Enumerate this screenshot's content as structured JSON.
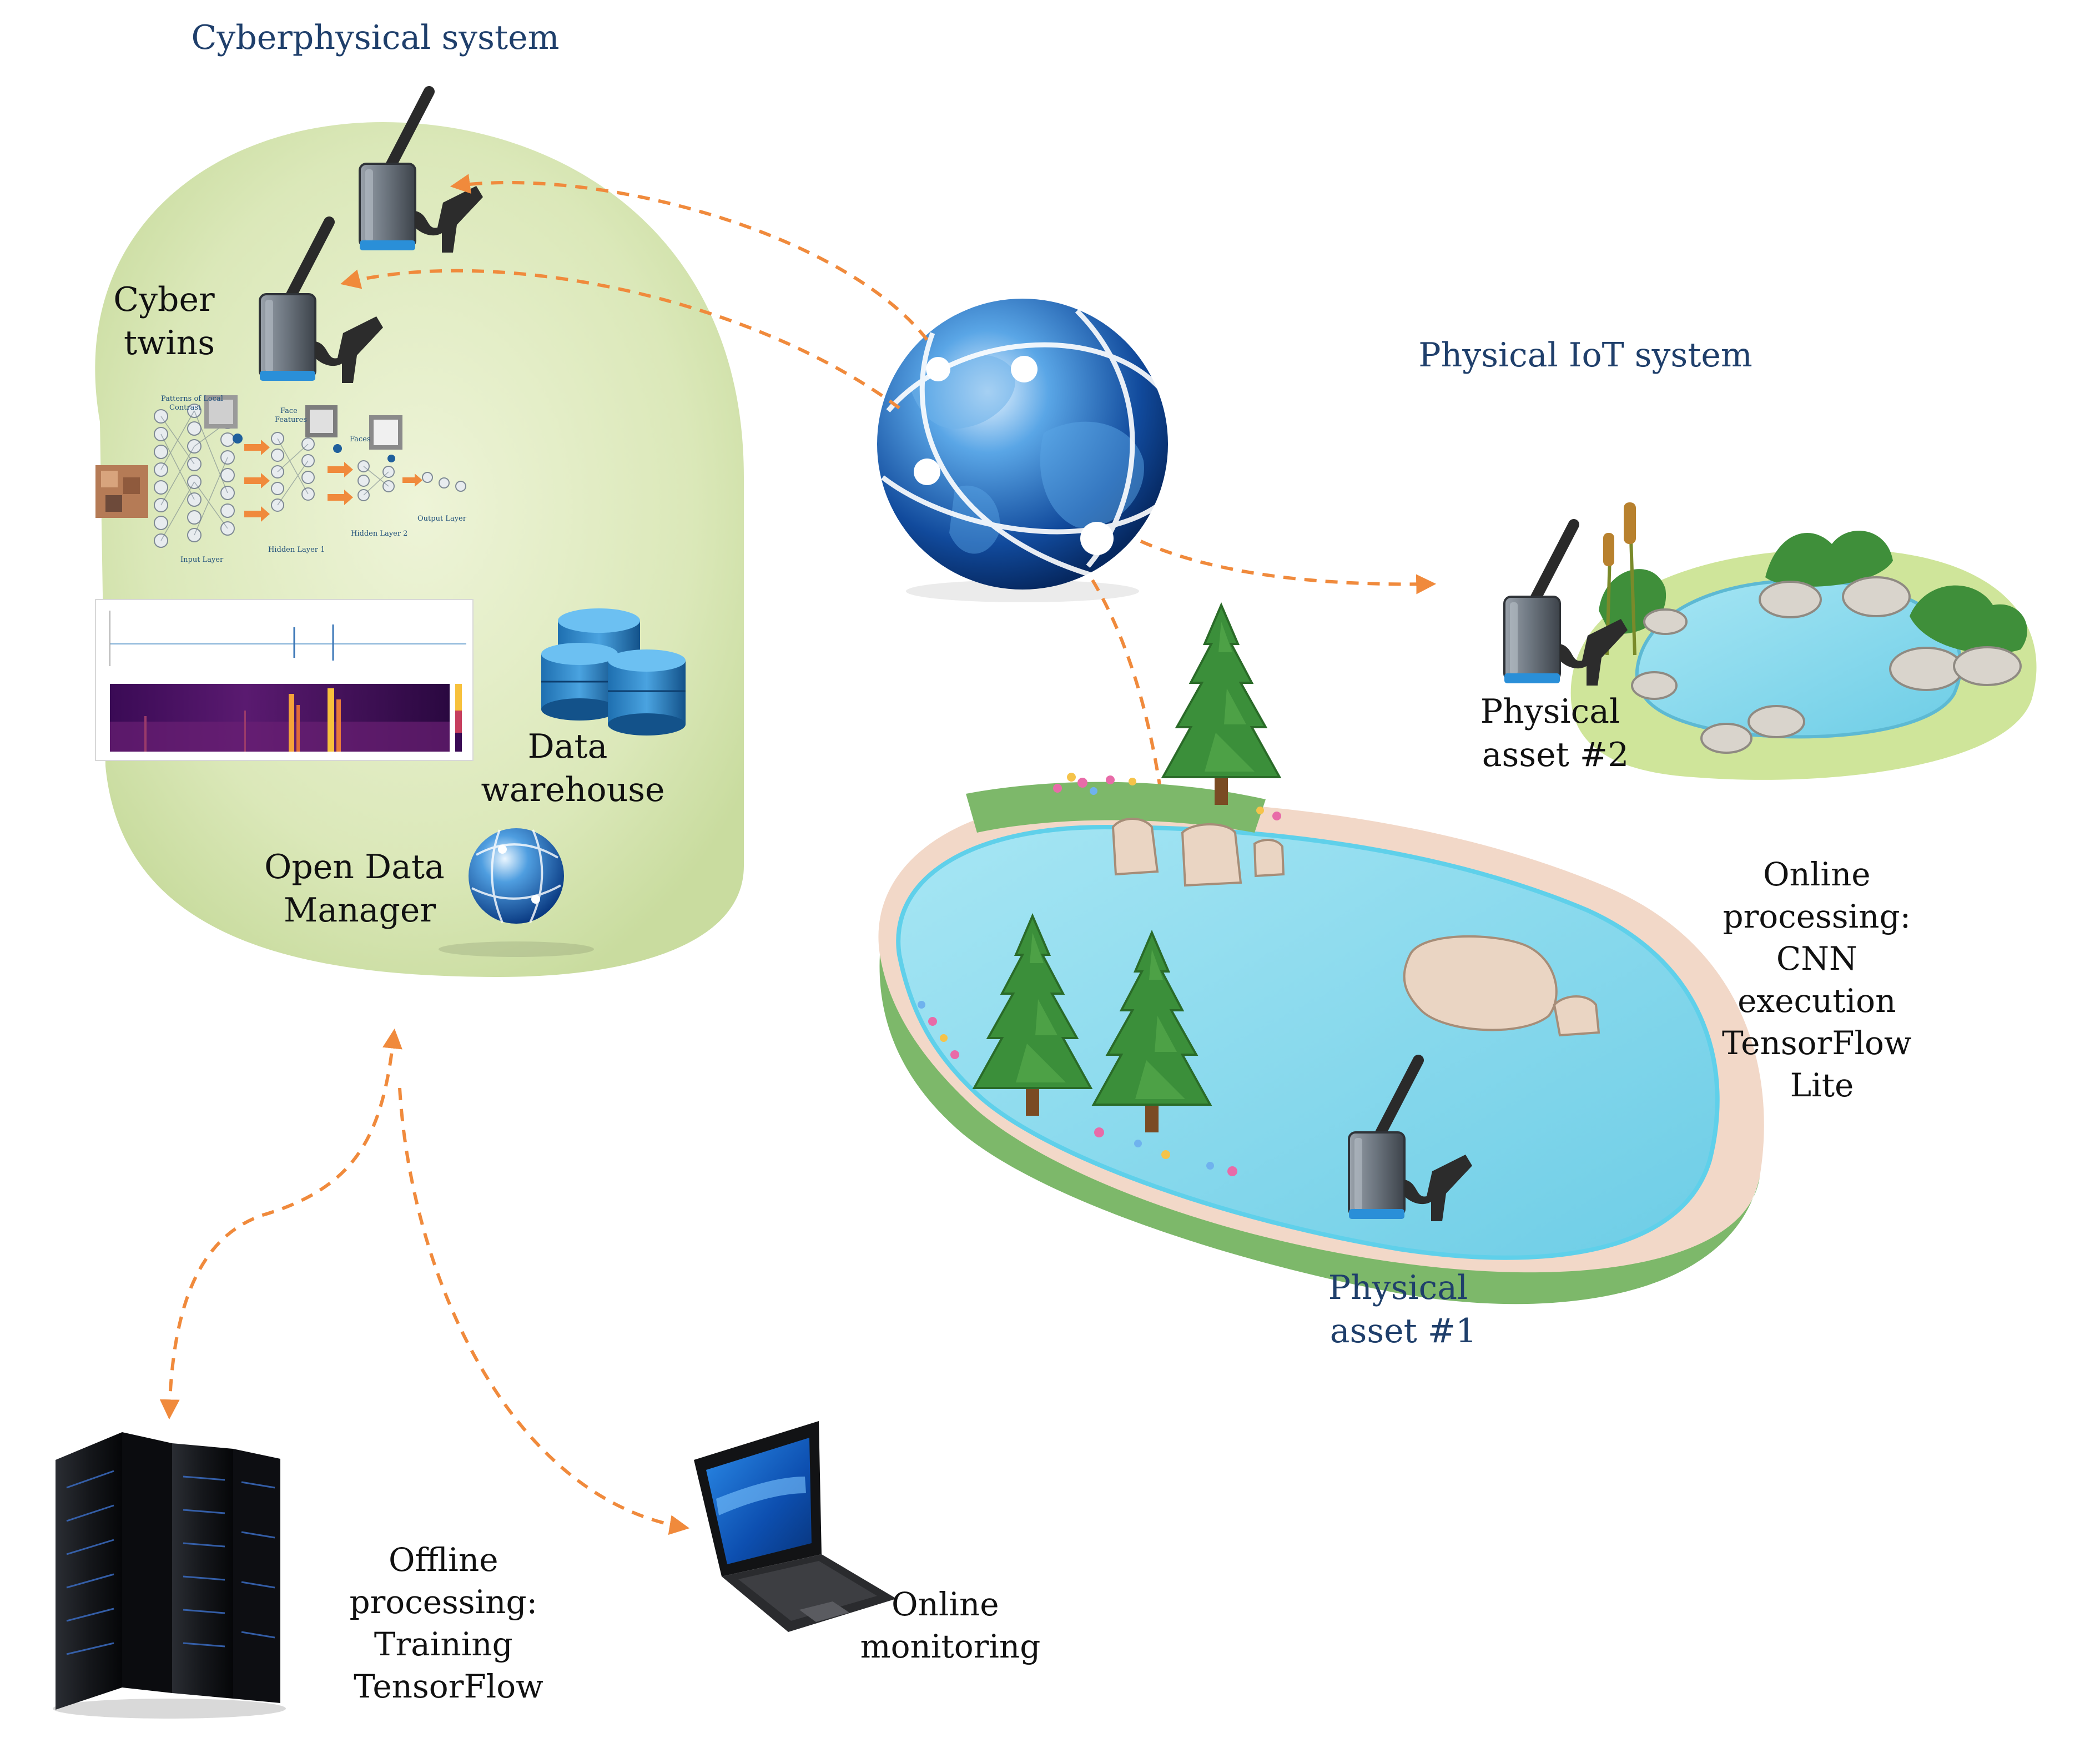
{
  "title_cyber": "Cyberphysical system",
  "title_physical": "Physical IoT system",
  "cyber_twins": [
    "Cyber",
    "twins"
  ],
  "data_warehouse": [
    "Data",
    "warehouse"
  ],
  "open_data_manager": [
    "Open Data",
    "Manager"
  ],
  "physical_asset_1": [
    "Physical",
    "asset #1"
  ],
  "physical_asset_2": [
    "Physical",
    "asset #2"
  ],
  "online_processing": [
    "Online",
    "processing:",
    "CNN",
    "execution",
    "TensorFlow",
    "Lite"
  ],
  "offline_processing": [
    "Offline",
    "processing:",
    "Training",
    "TensorFlow"
  ],
  "online_monitoring": [
    "Online",
    "monitoring"
  ],
  "nn_labels": {
    "local_contrast": [
      "Patterns of Local",
      "Contrast"
    ],
    "face_features": [
      "Face",
      "Features"
    ],
    "faces": "Faces",
    "input_layer": "Input Layer",
    "hidden1": "Hidden Layer 1",
    "hidden2": "Hidden Layer 2",
    "output_layer": "Output Layer"
  },
  "colors": {
    "title_blue": "#1f3f6b",
    "arrow_orange": "#f08a3c",
    "cyber_bg": "#dde9bf",
    "pond_water": "#8fdcef",
    "tree_green": "#3f8f3a"
  },
  "icons": [
    "iot-node-icon",
    "globe-icon",
    "database-icon",
    "server-rack-icon",
    "laptop-icon",
    "pine-tree-icon",
    "pond-icon"
  ]
}
